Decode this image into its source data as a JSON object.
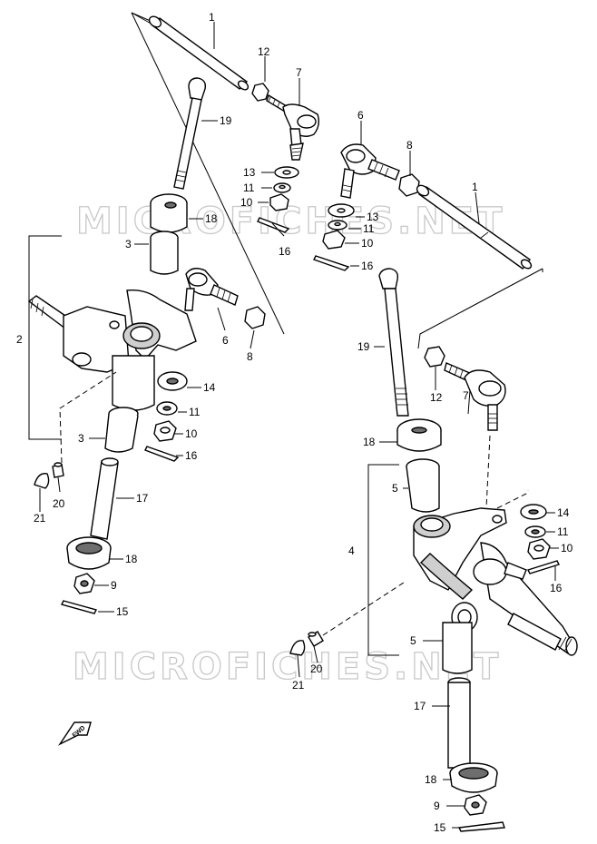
{
  "watermark": {
    "top": "MICROFICHES.NET",
    "bottom": "MICROFICHES.NET"
  },
  "fwd_label": "FWD",
  "callouts": {
    "left": {
      "c1": "1",
      "c12": "12",
      "c7": "7",
      "c19": "19",
      "c13": "13",
      "c11": "11",
      "c10": "10",
      "c18": "18",
      "c16": "16",
      "c3": "3",
      "c2": "2",
      "c6": "6",
      "c8": "8",
      "c14": "14",
      "c11b": "11",
      "c10b": "10",
      "c3b": "3",
      "c16b": "16",
      "c20": "20",
      "c21": "21",
      "c17": "17",
      "c18b": "18",
      "c9": "9",
      "c15": "15"
    },
    "right": {
      "c6": "6",
      "c8": "8",
      "c1": "1",
      "c13": "13",
      "c11": "11",
      "c10": "10",
      "c16": "16",
      "c19": "19",
      "c12": "12",
      "c7": "7",
      "c18": "18",
      "c5": "5",
      "c14": "14",
      "c11b": "11",
      "c10b": "10",
      "c4": "4",
      "c16b": "16",
      "c5b": "5",
      "c20": "20",
      "c21": "21",
      "c17": "17",
      "c18b": "18",
      "c9": "9",
      "c15": "15"
    }
  }
}
